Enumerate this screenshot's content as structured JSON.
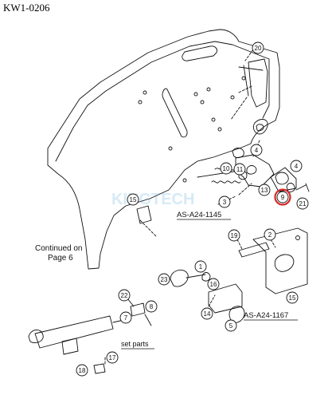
{
  "doc_id": "KW1-0206",
  "continued_note": [
    "Continued on",
    "Page 6"
  ],
  "watermark": "KINGTECH",
  "highlight_color": "#d62828",
  "line_color": "#111111",
  "callouts": [
    {
      "id": "c20",
      "label": "20",
      "highlight": false
    },
    {
      "id": "c4",
      "label": "4",
      "highlight": false
    },
    {
      "id": "c10",
      "label": "10",
      "highlight": false
    },
    {
      "id": "c11",
      "label": "11",
      "highlight": false
    },
    {
      "id": "c3",
      "label": "3",
      "highlight": false
    },
    {
      "id": "c13",
      "label": "13",
      "highlight": false
    },
    {
      "id": "c4b",
      "label": "4",
      "highlight": false
    },
    {
      "id": "c9",
      "label": "9",
      "highlight": true
    },
    {
      "id": "c21",
      "label": "21",
      "highlight": false
    },
    {
      "id": "c15a",
      "label": "15",
      "highlight": false
    },
    {
      "id": "c19",
      "label": "19",
      "highlight": false
    },
    {
      "id": "c2",
      "label": "2",
      "highlight": false
    },
    {
      "id": "c1",
      "label": "1",
      "highlight": false
    },
    {
      "id": "c23",
      "label": "23",
      "highlight": false
    },
    {
      "id": "c16",
      "label": "16",
      "highlight": false
    },
    {
      "id": "c22",
      "label": "22",
      "highlight": false
    },
    {
      "id": "c7",
      "label": "7",
      "highlight": false
    },
    {
      "id": "c14",
      "label": "14",
      "highlight": false
    },
    {
      "id": "c5",
      "label": "5",
      "highlight": false
    },
    {
      "id": "c15b",
      "label": "15",
      "highlight": false
    },
    {
      "id": "c8",
      "label": "8",
      "highlight": false
    },
    {
      "id": "c17",
      "label": "17",
      "highlight": false
    },
    {
      "id": "c18",
      "label": "18",
      "highlight": false
    }
  ],
  "assembly_labels": [
    {
      "id": "as1145",
      "text": "AS-A24-1145"
    },
    {
      "id": "as1167",
      "text": "AS-A24-1167"
    },
    {
      "id": "setparts",
      "text": "set parts"
    }
  ]
}
